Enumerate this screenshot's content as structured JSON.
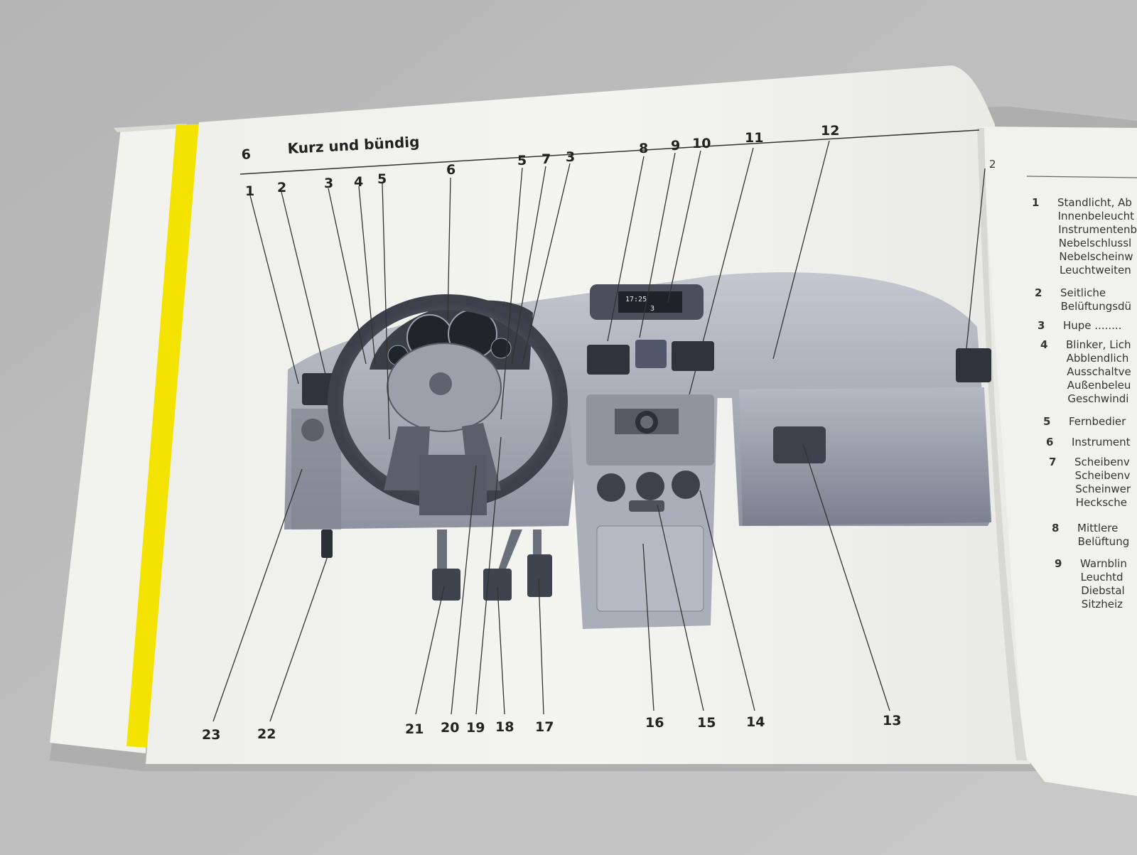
{
  "page": {
    "number": "6",
    "title": "Kurz und bündig"
  },
  "callouts_top": [
    "1",
    "2",
    "3",
    "4",
    "5",
    "6",
    "5",
    "7",
    "3",
    "8",
    "9",
    "10",
    "11",
    "12"
  ],
  "callouts_bottom": [
    "23",
    "22",
    "21",
    "20",
    "19",
    "18",
    "17",
    "16",
    "15",
    "14",
    "13"
  ],
  "right_page": {
    "top_callout": "2",
    "items": [
      {
        "num": "1",
        "lines": [
          "Standlicht, Ab",
          "Innenbeleucht",
          "Instrumentenb",
          "Nebelschlussl",
          "Nebelscheinw",
          "Leuchtweiten"
        ]
      },
      {
        "num": "2",
        "lines": [
          "Seitliche",
          "Belüftungsdü"
        ]
      },
      {
        "num": "3",
        "lines": [
          "Hupe ........"
        ]
      },
      {
        "num": "4",
        "lines": [
          "Blinker, Lich",
          "Abblendlich",
          "Ausschaltve",
          "Außenbeleu",
          "Geschwindi"
        ]
      },
      {
        "num": "5",
        "lines": [
          "Fernbedier"
        ]
      },
      {
        "num": "6",
        "lines": [
          "Instrument"
        ]
      },
      {
        "num": "7",
        "lines": [
          "Scheibenv",
          "Scheibenv",
          "Scheinwer",
          "Hecksche"
        ]
      },
      {
        "num": "8",
        "lines": [
          "Mittlere",
          "Belüftung"
        ]
      },
      {
        "num": "9",
        "lines": [
          "Warnblin",
          "Leuchtd",
          "Diebstal",
          "Sitzheiz"
        ]
      }
    ]
  },
  "display": {
    "line1": "17:25",
    "line2": "3"
  }
}
